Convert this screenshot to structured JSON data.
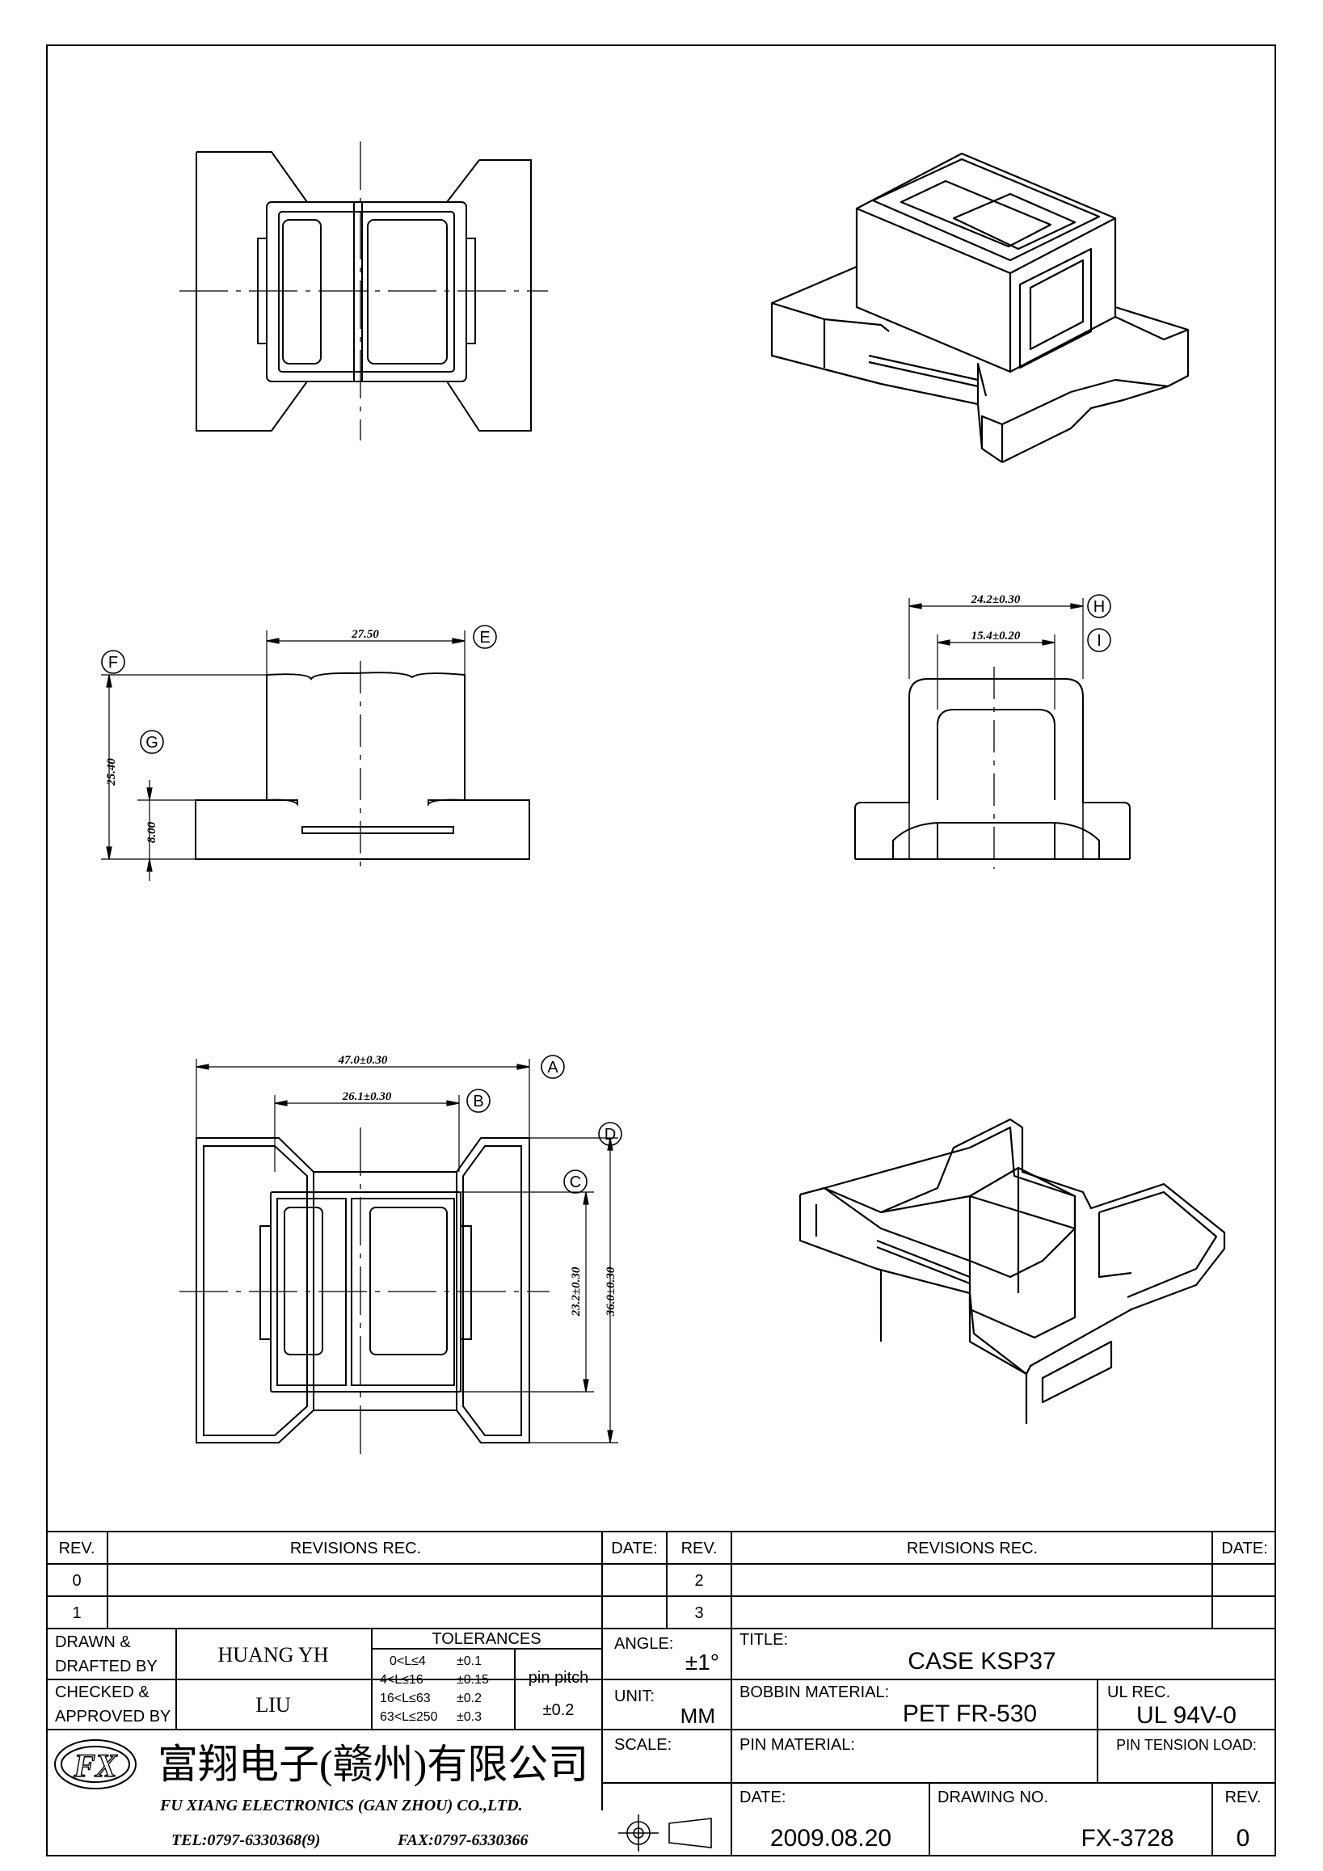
{
  "dimensions": {
    "front_width": "27.50",
    "side_height_total": "25.40",
    "side_height_base": "8.00",
    "side_outer_width": "24.2±0.30",
    "side_inner_width": "15.4±0.20",
    "bottom_overall_width": "47.0±0.30",
    "bottom_inner_width": "26.1±0.30",
    "bottom_inner_height": "23.2±0.30",
    "bottom_overall_height": "36.0±0.30"
  },
  "markers": [
    "A",
    "B",
    "C",
    "D",
    "E",
    "F",
    "G",
    "H",
    "I"
  ],
  "title_block": {
    "rev_header": "REV.",
    "revisions_header": "REVISIONS   REC.",
    "date_header": "DATE:",
    "rev_left": [
      "0",
      "1"
    ],
    "rev_right": [
      "2",
      "3"
    ],
    "drawn_label_1": "DRAWN &",
    "drawn_label_2": "DRAFTED BY",
    "drawn_by": "HUANG YH",
    "checked_label_1": "CHECKED &",
    "checked_label_2": "APPROVED BY",
    "checked_by": "LIU",
    "tolerances_title": "TOLERANCES",
    "tolerances": [
      {
        "range": "0<L≤4",
        "tol": "±0.1"
      },
      {
        "range": "4<L≤16",
        "tol": "±0.15"
      },
      {
        "range": "16<L≤63",
        "tol": "±0.2"
      },
      {
        "range": "63<L≤250",
        "tol": "±0.3"
      }
    ],
    "pin_pitch_label": "pin pitch",
    "pin_pitch_value": "±0.2",
    "angle_label": "ANGLE:",
    "angle_value": "±1°",
    "unit_label": "UNIT:",
    "unit_value": "MM",
    "scale_label": "SCALE:",
    "title_label": "TITLE:",
    "title_value": "CASE  KSP37",
    "bobbin_material_label": "BOBBIN MATERIAL:",
    "bobbin_material_value": "PET   FR-530",
    "ul_rec_label": "UL REC.",
    "ul_rec_value": "UL 94V-0",
    "pin_material_label": "PIN MATERIAL:",
    "pin_tension_label": "PIN TENSION LOAD:",
    "date_label": "DATE:",
    "date_value": "2009.08.20",
    "drawing_no_label": "DRAWING NO.",
    "drawing_no_value": "FX-3728",
    "rev_label": "REV.",
    "rev_value": "0"
  },
  "company": {
    "logo_text": "FX",
    "name_cn": "富翔电子(赣州)有限公司",
    "name_en": "FU XIANG ELECTRONICS (GAN ZHOU) CO.,LTD.",
    "tel": "TEL:0797-6330368(9)",
    "fax": "FAX:0797-6330366"
  }
}
